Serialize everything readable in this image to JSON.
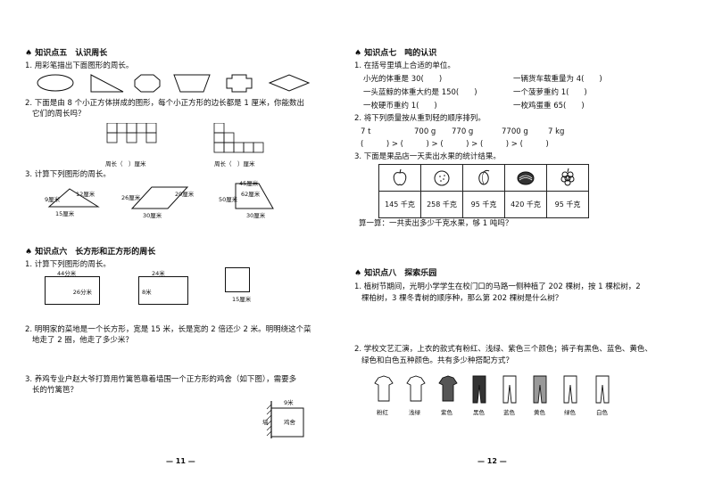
{
  "left": {
    "s5": {
      "title": "知识点五　认识周长",
      "q1": "1. 用彩笔描出下面图形的周长。",
      "q2a": "2. 下面是由 8 个小正方体拼成的图形，每个小正方形的边长都是 1 厘米，你能数出",
      "q2b": "它们的周长吗？",
      "q2_cap1": "周长（　）厘米",
      "q2_cap2": "周长（　）厘米",
      "q3": "3. 计算下列图形的周长。",
      "tri": {
        "a": "9厘米",
        "b": "12厘米",
        "c": "15厘米"
      },
      "para": {
        "a": "26厘米",
        "b": "20厘米",
        "c": "30厘米"
      },
      "trap": {
        "a": "45厘米",
        "b": "50厘米",
        "c": "62厘米",
        "d": "30厘米"
      }
    },
    "s6": {
      "title": "知识点六　长方形和正方形的周长",
      "q1": "1. 计算下列图形的周长。",
      "r1": {
        "w": "44分米",
        "h": "26分米"
      },
      "r2": {
        "w": "24米",
        "h": "8米"
      },
      "r3": {
        "s": "15厘米"
      },
      "q2a": "2. 明明家的菜地是一个长方形，宽是 15 米，长是宽的 2 倍还少 2 米。明明绕这个菜",
      "q2b": "地走了 2 圈，他走了多少米？",
      "q3a": "3. 养鸡专业户赵大爷打算用竹篱笆靠着墙围一个正方形的鸡舍（如下图），需要多",
      "q3b": "长的竹篱笆？",
      "coop": {
        "side": "9米",
        "wall": "墙",
        "label": "鸡舍"
      }
    },
    "page": "— 11 —"
  },
  "right": {
    "s7": {
      "title": "知识点七　吨的认识",
      "q1": "1. 在括号里填上合适的单位。",
      "f1": "小光的体重是 30(　　)",
      "f2": "一辆货车载重量为 4(　　)",
      "f3": "一头蓝鲸的体重大约是 150(　　)",
      "f4": "一个菠萝重约 1(　　)",
      "f5": "一枚硬币重约 1(　　)",
      "f6": "一枚鸡蛋重 65(　　)",
      "q2": "2. 将下列质量按从重到轻的顺序排列。",
      "w": [
        "7 t",
        "700 g",
        "770 g",
        "7700 g",
        "7 kg"
      ],
      "order": "(　　　) > (　　　) > (　　　) > (　　　) > (　　　)",
      "q3": "3. 下面是果品店一天卖出水果的统计结果。",
      "fruits": [
        "145 千克",
        "258 千克",
        "95 千克",
        "420 千克",
        "95 千克"
      ],
      "calc": "算一算：一共卖出多少千克水果，够 1 吨吗？"
    },
    "s8": {
      "title": "知识点八　探索乐园",
      "q1a": "1. 植树节期间，光明小学学生在校门口的马路一侧种植了 202 棵树，按 1 棵松树，2",
      "q1b": "棵柏树，3 棵冬青树的顺序种，那么第 202 棵树是什么树？",
      "q2a": "2. 学校文艺汇演，上衣的款式有粉红、浅绿、紫色三个颜色；裤子有黑色、蓝色、黄色、",
      "q2b": "绿色和白色五种颜色。共有多少种搭配方式？",
      "clothes": [
        "粉红",
        "浅绿",
        "紫色",
        "黑色",
        "蓝色",
        "黄色",
        "绿色",
        "白色"
      ]
    },
    "page": "— 12 —"
  }
}
